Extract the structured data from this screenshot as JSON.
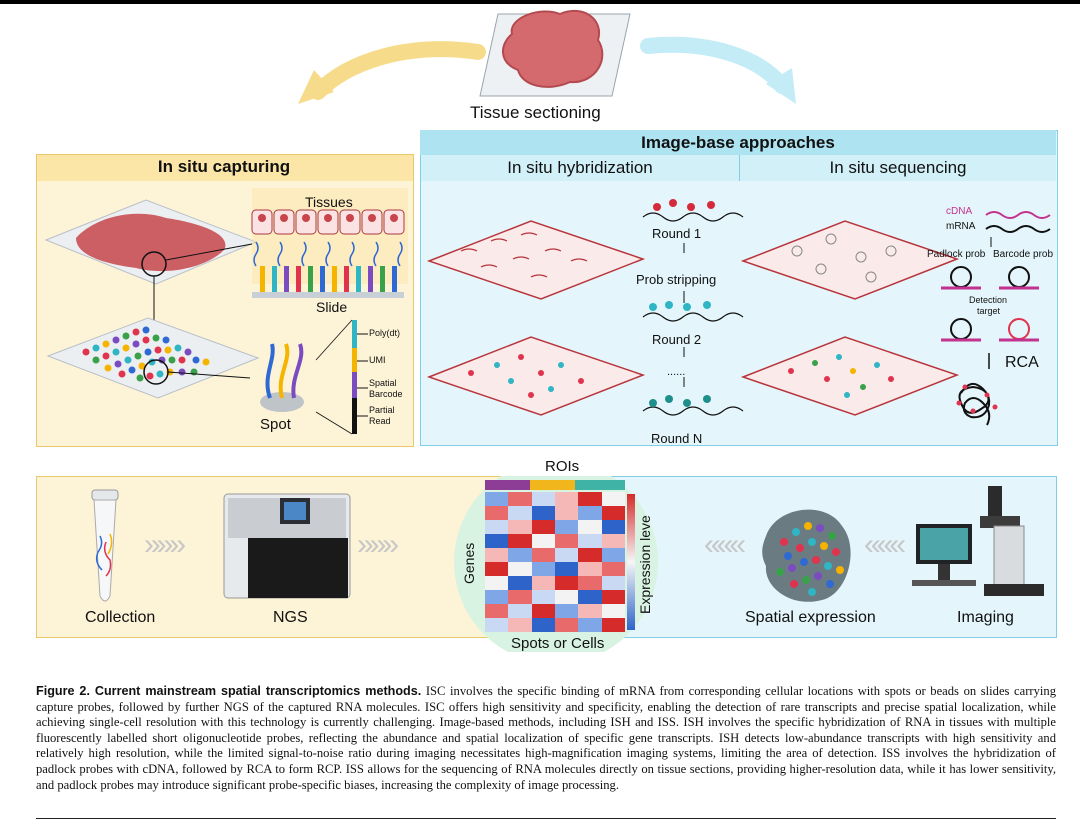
{
  "top": {
    "tissue_sectioning": "Tissue sectioning"
  },
  "isc": {
    "title": "In situ capturing",
    "tissues": "Tissues",
    "slide": "Slide",
    "spot": "Spot",
    "probe_parts": [
      "Poly(dt)",
      "UMI",
      "Spatial",
      "Barcode",
      "Partial",
      "Read"
    ]
  },
  "image_based": {
    "title": "Image-base approaches",
    "ish": {
      "title": "In situ hybridization",
      "steps": [
        "Round 1",
        "Prob stripping",
        "Round 2",
        "......",
        "Round N"
      ]
    },
    "iss": {
      "title": "In situ sequencing",
      "cdna": "cDNA",
      "mrna": "mRNA",
      "padlock": "Padlock prob",
      "barcode": "Barcode prob",
      "detection": "Detection",
      "target": "target",
      "rca": "RCA"
    }
  },
  "bottom": {
    "collection": "Collection",
    "ngs": "NGS",
    "rois": "ROIs",
    "genes": "Genes",
    "expression": "Expression leve",
    "spots_cells": "Spots or Cells",
    "spatial_expression": "Spatial expression",
    "imaging": "Imaging",
    "forward_chevrons": "»»»",
    "back_chevrons": "«««"
  },
  "colors": {
    "isc_panel": "#fdf3d7",
    "image_panel": "#e4f6fb",
    "tissue_red": "#b8343c",
    "probe_teal": "#2fb5c4"
  },
  "caption": {
    "label": "Figure 2. Current mainstream spatial transcriptomics methods.",
    "text": " ISC involves the specific binding of mRNA from corresponding cellular locations with spots or beads on slides carrying capture probes, followed by further NGS of the captured RNA molecules. ISC offers high sensitivity and specificity, enabling the detection of rare transcripts and precise spatial localization, while achieving single-cell resolution with this technology is currently challenging. Image-based methods, including ISH and ISS. ISH involves the specific hybridization of RNA in tissues with multiple fluorescently labelled short oligonucleotide probes, reflecting the abundance and spatial localization of specific gene transcripts. ISH detects low-abundance transcripts with high sensitivity and relatively high resolution, while the limited signal-to-noise ratio during imaging necessitates high-magnification imaging systems, limiting the area of detection. ISS involves the hybridization of padlock probes with cDNA, followed by RCA to form RCP. ISS allows for the sequencing of RNA molecules directly on tissue sections, providing higher-resolution data, while it has lower sensitivity, and padlock probes may introduce significant probe-specific biases, increasing the complexity of image processing."
  }
}
